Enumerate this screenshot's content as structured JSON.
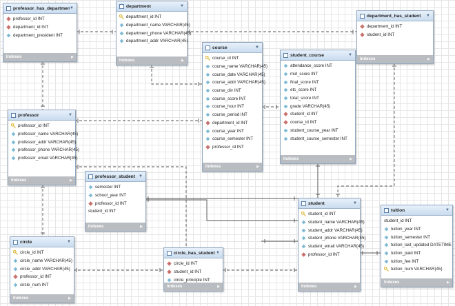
{
  "tables": [
    {
      "name": "professor_has_department",
      "columns": [
        {
          "name": "professor_id INT",
          "icon": "fk-icon"
        },
        {
          "name": "department_id INT",
          "icon": "fk-icon"
        },
        {
          "name": "department_president INT",
          "icon": "column-icon"
        }
      ],
      "footer": "Indexes"
    },
    {
      "name": "department",
      "columns": [
        {
          "name": "department_id INT",
          "icon": "pk-icon"
        },
        {
          "name": "department_name VARCHAR(45)",
          "icon": "column-icon"
        },
        {
          "name": "department_phone VARCHAR(45)",
          "icon": "column-icon"
        },
        {
          "name": "department_addr VARCHAR(45)",
          "icon": "column-icon"
        }
      ],
      "footer": "Indexes"
    },
    {
      "name": "course",
      "columns": [
        {
          "name": "course_id INT",
          "icon": "pk-icon"
        },
        {
          "name": "course_name VARCHAR(45)",
          "icon": "column-icon"
        },
        {
          "name": "course_date VARCHAR(45)",
          "icon": "column-icon"
        },
        {
          "name": "course_addr VARCHAR(45)",
          "icon": "column-icon"
        },
        {
          "name": "course_div INT",
          "icon": "column-icon"
        },
        {
          "name": "course_score INT",
          "icon": "column-icon"
        },
        {
          "name": "course_hour INT",
          "icon": "column-icon"
        },
        {
          "name": "course_period INT",
          "icon": "column-icon"
        },
        {
          "name": "department_id INT",
          "icon": "fk-icon"
        },
        {
          "name": "course_year INT",
          "icon": "column-icon"
        },
        {
          "name": "course_semester INT",
          "icon": "column-icon"
        },
        {
          "name": "professor_id INT",
          "icon": "fk-icon"
        }
      ],
      "footer": "Indexes"
    },
    {
      "name": "student_course",
      "columns": [
        {
          "name": "attendance_score INT",
          "icon": "column-icon"
        },
        {
          "name": "mid_score INT",
          "icon": "column-icon"
        },
        {
          "name": "final_score INT",
          "icon": "column-icon"
        },
        {
          "name": "etc_score INT",
          "icon": "column-icon"
        },
        {
          "name": "total_score INT",
          "icon": "column-icon"
        },
        {
          "name": "grade VARCHAR(45)",
          "icon": "column-icon"
        },
        {
          "name": "student_id INT",
          "icon": "fk-icon"
        },
        {
          "name": "course_id INT",
          "icon": "fk-icon"
        },
        {
          "name": "student_course_year INT",
          "icon": "column-icon"
        },
        {
          "name": "student_course_semester INT",
          "icon": "column-icon"
        }
      ],
      "footer": "Indexes"
    },
    {
      "name": "department_has_student",
      "columns": [
        {
          "name": "department_id INT",
          "icon": "fk-icon"
        },
        {
          "name": "student_id INT",
          "icon": "fk-icon"
        }
      ],
      "footer": "Indexes"
    },
    {
      "name": "professor",
      "columns": [
        {
          "name": "professor_id INT",
          "icon": "pk-icon"
        },
        {
          "name": "professor_name VARCHAR(45)",
          "icon": "column-icon"
        },
        {
          "name": "professor_addr VARCHAR(45)",
          "icon": "column-icon"
        },
        {
          "name": "professor_phone VARCHAR(45)",
          "icon": "column-icon"
        },
        {
          "name": "professor_email VARCHAR(45)",
          "icon": "column-icon"
        }
      ],
      "footer": "Indexes"
    },
    {
      "name": "professor_student",
      "columns": [
        {
          "name": "semester INT",
          "icon": "column-icon"
        },
        {
          "name": "school_year INT",
          "icon": "column-icon"
        },
        {
          "name": "professor_id INT",
          "icon": "fk-icon"
        },
        {
          "name": "student_id INT",
          "icon": "none"
        }
      ],
      "footer": "Indexes"
    },
    {
      "name": "student",
      "columns": [
        {
          "name": "student_id INT",
          "icon": "pk-icon"
        },
        {
          "name": "student_name VARCHAR(45)",
          "icon": "column-icon"
        },
        {
          "name": "student_addr VARCHAR(45)",
          "icon": "column-icon"
        },
        {
          "name": "student_phone VARCHAR(45)",
          "icon": "column-icon"
        },
        {
          "name": "student_email VARCHAR(45)",
          "icon": "column-icon"
        },
        {
          "name": "professor_id INT",
          "icon": "fk-icon"
        }
      ],
      "footer": "Indexes"
    },
    {
      "name": "tuition",
      "columns": [
        {
          "name": "student_id INT",
          "icon": "none"
        },
        {
          "name": "tuition_year INT",
          "icon": "column-icon"
        },
        {
          "name": "tuition_semester INT",
          "icon": "column-icon"
        },
        {
          "name": "tuition_last_updated DATETIME",
          "icon": "column-icon"
        },
        {
          "name": "tuition_paid INT",
          "icon": "column-icon"
        },
        {
          "name": "tuition_fee INT",
          "icon": "column-icon"
        },
        {
          "name": "tuition_num VARCHAR(45)",
          "icon": "pk-icon"
        }
      ],
      "footer": "Indexes"
    },
    {
      "name": "circle",
      "columns": [
        {
          "name": "circle_id INT",
          "icon": "pk-icon"
        },
        {
          "name": "circle_name VARCHAR(45)",
          "icon": "column-icon"
        },
        {
          "name": "circle_addr VARCHAR(45)",
          "icon": "column-icon"
        },
        {
          "name": "professor_id INT",
          "icon": "fk-icon"
        },
        {
          "name": "circle_num INT",
          "icon": "column-icon"
        }
      ],
      "footer": "Indexes"
    },
    {
      "name": "circle_has_student",
      "columns": [
        {
          "name": "circle_id INT",
          "icon": "fk-icon"
        },
        {
          "name": "student_id INT",
          "icon": "fk-icon"
        },
        {
          "name": "circle_principle INT",
          "icon": "column-icon"
        }
      ],
      "footer": "Indexes"
    }
  ],
  "colors": {
    "pk": "#e0b83a",
    "fk": "#c9706b",
    "column": "#5fa9c9",
    "header_top": "#e8f1fb",
    "header_bottom": "#c9dcef",
    "footer": "#b9bcc0",
    "line": "#555555"
  }
}
